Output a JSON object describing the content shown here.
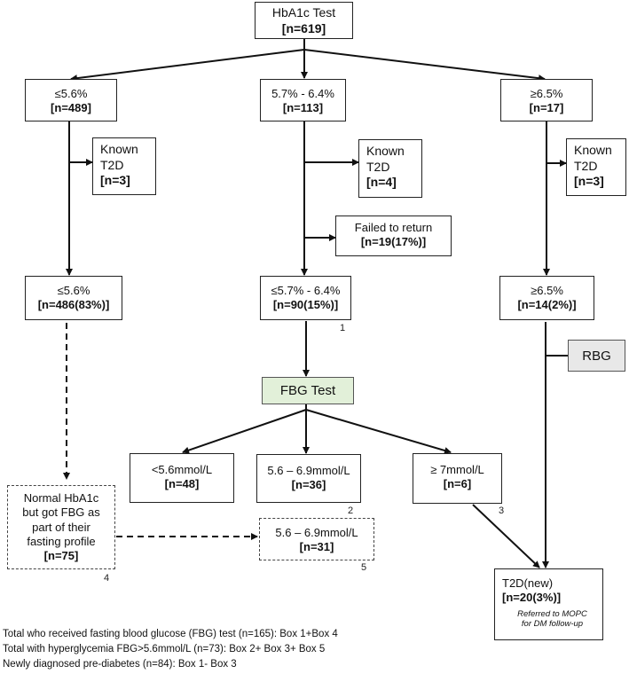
{
  "boxes": {
    "root": {
      "line1": "HbA1c Test",
      "line2": "[n=619]"
    },
    "low": {
      "line1": "≤5.6%",
      "line2": "[n=489]"
    },
    "mid": {
      "line1": "5.7% - 6.4%",
      "line2": "[n=113]"
    },
    "high": {
      "line1": "≥6.5%",
      "line2": "[n=17]"
    },
    "known_low": {
      "line1": "Known",
      "line1b": "T2D",
      "line2": "[n=3]"
    },
    "known_mid": {
      "line1": "Known",
      "line1b": "T2D",
      "line2": "[n=4]"
    },
    "known_high": {
      "line1": "Known",
      "line1b": "T2D",
      "line2": "[n=3]"
    },
    "failed": {
      "line1": "Failed to return",
      "line2": "[n=19(17%)]"
    },
    "low2": {
      "line1": "≤5.6%",
      "line2": "[n=486(83%)]"
    },
    "mid2": {
      "line1": "≤5.7% - 6.4%",
      "line2": "[n=90(15%)]"
    },
    "high2": {
      "line1": "≥6.5%",
      "line2": "[n=14(2%)]"
    },
    "fbg": {
      "line1": "FBG Test"
    },
    "rbg": {
      "line1": "RBG"
    },
    "fbg_low": {
      "line1": "<5.6mmol/L",
      "line2": "[n=48]"
    },
    "fbg_mid": {
      "line1": "5.6 – 6.9mmol/L",
      "line2": "[n=36]"
    },
    "fbg_high": {
      "line1": "≥ 7mmol/L",
      "line2": "[n=6]"
    },
    "normal": {
      "l1": "Normal HbA1c",
      "l2": "but got  FBG as",
      "l3": "part of their",
      "l4": "fasting profile",
      "l5": "[n=75]"
    },
    "fbg_mid2": {
      "line1": "5.6 – 6.9mmol/L",
      "line2": "[n=31]"
    },
    "t2d": {
      "line1": "T2D(new)",
      "line2": "[n=20(3%)]",
      "note1": "Referred to MOPC",
      "note2": "for DM follow-up"
    }
  },
  "box_numbers": {
    "b1": "1",
    "b2": "2",
    "b3": "3",
    "b4": "4",
    "b5": "5"
  },
  "footer": [
    "Total who received fasting blood glucose (FBG) test (n=165): Box 1+Box 4",
    "Total with hyperglycemia FBG>5.6mmol/L (n=73): Box 2+ Box 3+ Box 5",
    "Newly diagnosed pre-diabetes (n=84): Box 1- Box 3"
  ]
}
